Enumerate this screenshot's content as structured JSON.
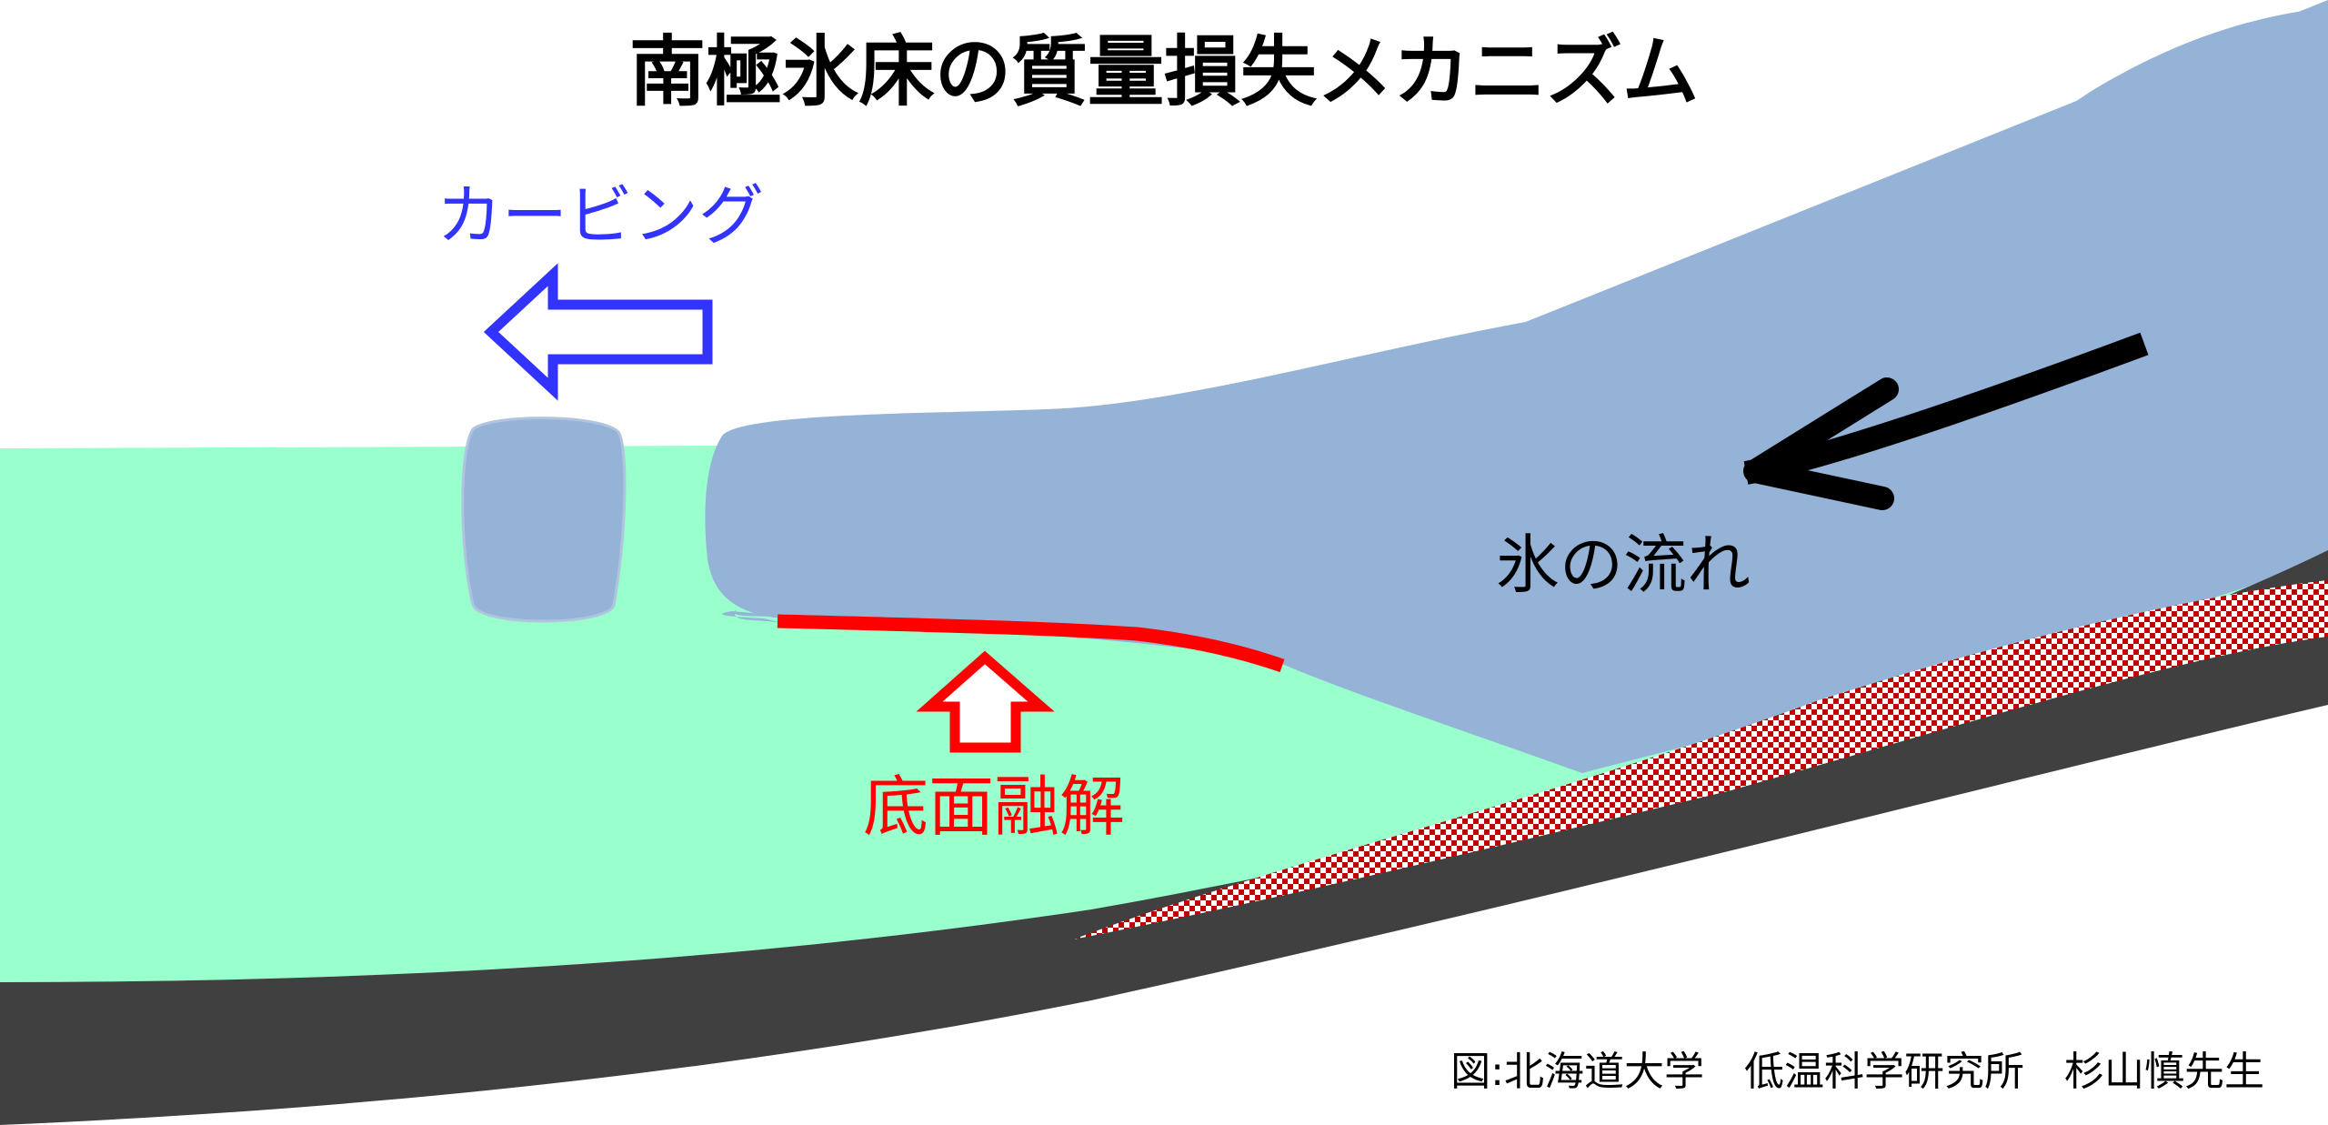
{
  "title": "南極氷床の質量損失メカニズム",
  "labels": {
    "calving": "カービング",
    "ice_flow": "氷の流れ",
    "basal_melt": "底面融解"
  },
  "credit": "図:北海道大学　低温科学研究所　杉山慎先生",
  "colors": {
    "ice": "#95b3d7",
    "ocean": "#99ffcc",
    "bedrock": "#404040",
    "sediment": "#c00000",
    "calving_arrow": "#3333ff",
    "melt_arrow": "#ff0000",
    "flow_arrow": "#000000",
    "title_text": "#000000"
  }
}
